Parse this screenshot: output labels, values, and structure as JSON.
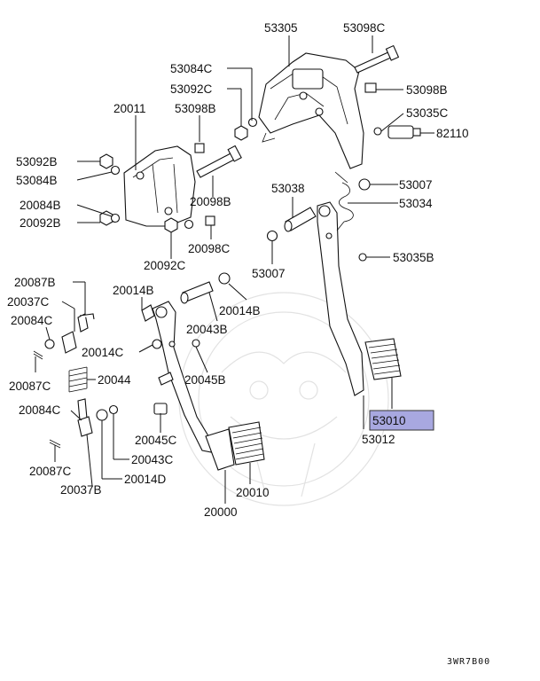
{
  "diagram_code": "3WR7B00",
  "highlight_color": "#a8a8e0",
  "callouts": {
    "c53305": "53305",
    "c53098C": "53098C",
    "c53084C": "53084C",
    "c53092C": "53092C",
    "c53098B_top": "53098B",
    "c53098B_right": "53098B",
    "c53035C": "53035C",
    "c82110": "82110",
    "c20011": "20011",
    "c53092B": "53092B",
    "c53084B": "53084B",
    "c20098B": "20098B",
    "c20084B": "20084B",
    "c20092B": "20092B",
    "c20098C": "20098C",
    "c20092C": "20092C",
    "c53038": "53038",
    "c53007_right": "53007",
    "c53034": "53034",
    "c53007_left": "53007",
    "c53035B": "53035B",
    "c20087B": "20087B",
    "c20037C": "20037C",
    "c20084C_top": "20084C",
    "c20014B_left": "20014B",
    "c20014B_right": "20014B",
    "c20043B": "20043B",
    "c20014C": "20014C",
    "c20045B": "20045B",
    "c20087C_top": "20087C",
    "c20044": "20044",
    "c20084C_bottom": "20084C",
    "c20045C": "20045C",
    "c20043C": "20043C",
    "c20087C_bottom": "20087C",
    "c20014D": "20014D",
    "c20037B": "20037B",
    "c20010": "20010",
    "c20000": "20000",
    "c53010": "53010",
    "c53012": "53012"
  }
}
